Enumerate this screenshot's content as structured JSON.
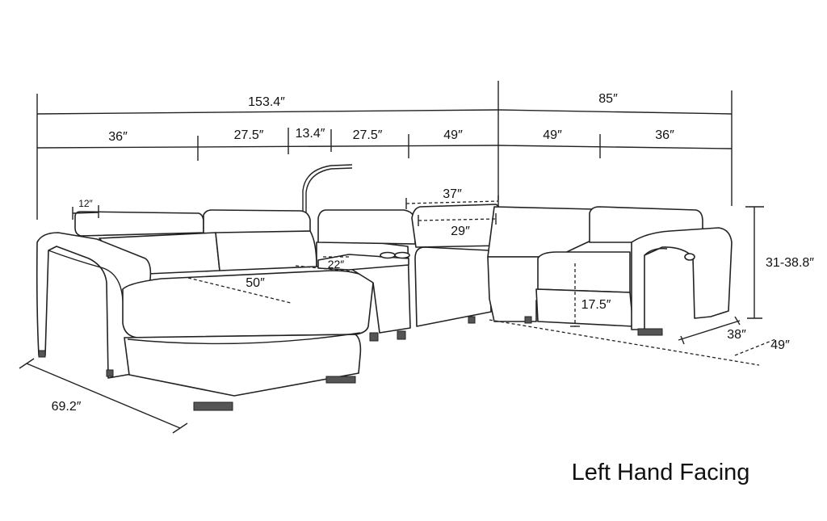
{
  "dimensions": {
    "overall_width": "153.4″",
    "overall_depth_right": "85″",
    "seg_1": "36″",
    "seg_2": "27.5″",
    "seg_3": "13.4″",
    "seg_4": "27.5″",
    "seg_5": "49″",
    "seg_6": "49″",
    "seg_7": "36″",
    "headrest_width": "12″",
    "corner_back_width": "37″",
    "corner_seat_width": "29″",
    "chaise_seat_length": "50″",
    "console_width": "22″",
    "chaise_depth": "69.2″",
    "height": "31-38.8″",
    "seat_height": "17.5″",
    "recliner_depth": "38″",
    "module_depth": "49″"
  },
  "caption": "Left Hand Facing"
}
